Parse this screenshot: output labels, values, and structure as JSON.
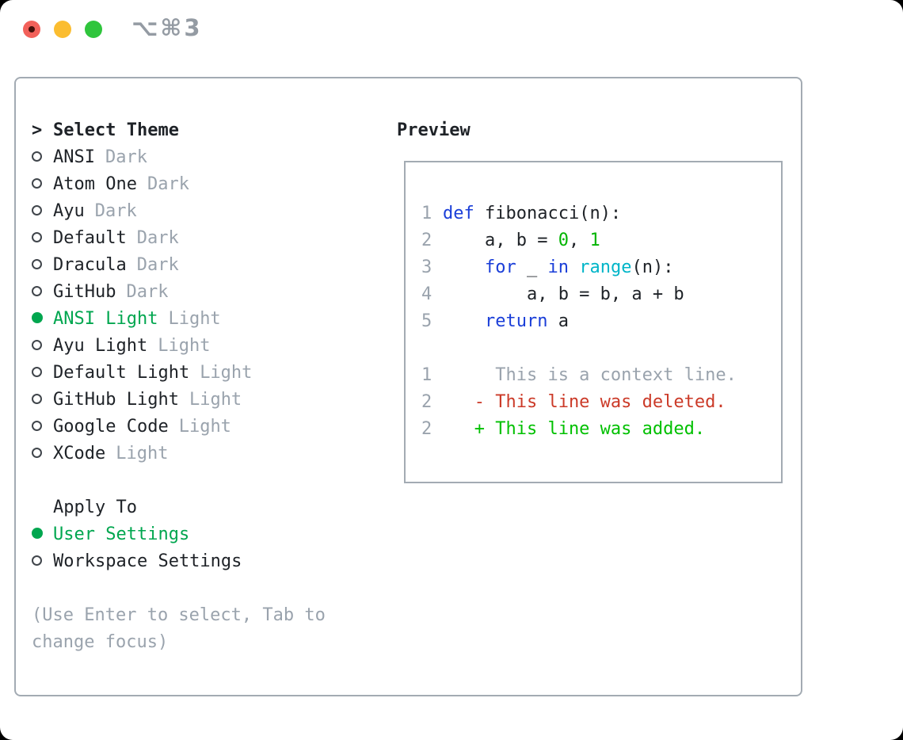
{
  "window": {
    "shortcut": "⌥⌘3"
  },
  "colors": {
    "ui_green": "#00a64f",
    "code_blue": "#1a3ed8",
    "code_cyan": "#00b5c8",
    "code_green": "#00b400",
    "diff_added_green": "#00c000",
    "diff_deleted_red": "#cb3a28",
    "muted_gray": "#9aa3ad",
    "border_gray": "#a3abb3",
    "text_black": "#1e2227",
    "traffic_red": "#f2615a",
    "traffic_yellow": "#fbbd30",
    "traffic_green": "#2fc53c"
  },
  "theme_picker": {
    "caret": ">",
    "title": "Select Theme",
    "items": [
      {
        "name": "ANSI",
        "tag": "Dark",
        "selected": false
      },
      {
        "name": "Atom One",
        "tag": "Dark",
        "selected": false
      },
      {
        "name": "Ayu",
        "tag": "Dark",
        "selected": false
      },
      {
        "name": "Default",
        "tag": "Dark",
        "selected": false
      },
      {
        "name": "Dracula",
        "tag": "Dark",
        "selected": false
      },
      {
        "name": "GitHub",
        "tag": "Dark",
        "selected": false
      },
      {
        "name": "ANSI Light",
        "tag": "Light",
        "selected": true
      },
      {
        "name": "Ayu Light",
        "tag": "Light",
        "selected": false
      },
      {
        "name": "Default Light",
        "tag": "Light",
        "selected": false
      },
      {
        "name": "GitHub Light",
        "tag": "Light",
        "selected": false
      },
      {
        "name": "Google Code",
        "tag": "Light",
        "selected": false
      },
      {
        "name": "XCode",
        "tag": "Light",
        "selected": false
      }
    ]
  },
  "apply_to": {
    "title": "Apply To",
    "options": [
      {
        "label": "User Settings",
        "selected": true
      },
      {
        "label": "Workspace Settings",
        "selected": false
      }
    ]
  },
  "hint": {
    "line1": "(Use Enter to select, Tab to",
    "line2": "change focus)"
  },
  "preview": {
    "title": "Preview",
    "code": [
      {
        "num": "1",
        "tokens": [
          {
            "t": "def"
          },
          {
            "t": " fibonacci(n):"
          }
        ]
      },
      {
        "num": "2",
        "tokens": [
          {
            "t": "    a, b = "
          },
          {
            "t": "0"
          },
          {
            "t": ", "
          },
          {
            "t": "1"
          }
        ]
      },
      {
        "num": "3",
        "tokens": [
          {
            "t": "    "
          },
          {
            "t": "for"
          },
          {
            "t": " _ "
          },
          {
            "t": "in"
          },
          {
            "t": " "
          },
          {
            "t": "range"
          },
          {
            "t": "(n):"
          }
        ]
      },
      {
        "num": "4",
        "tokens": [
          {
            "t": "        a, b = b, a + b"
          }
        ]
      },
      {
        "num": "5",
        "tokens": [
          {
            "t": "    "
          },
          {
            "t": "return"
          },
          {
            "t": " a"
          }
        ]
      }
    ],
    "diff": [
      {
        "num": "1",
        "kind": "context",
        "text": "     This is a context line."
      },
      {
        "num": "2",
        "kind": "deleted",
        "text": "   - This line was deleted."
      },
      {
        "num": "2",
        "kind": "added",
        "text": "   + This line was added."
      }
    ]
  }
}
